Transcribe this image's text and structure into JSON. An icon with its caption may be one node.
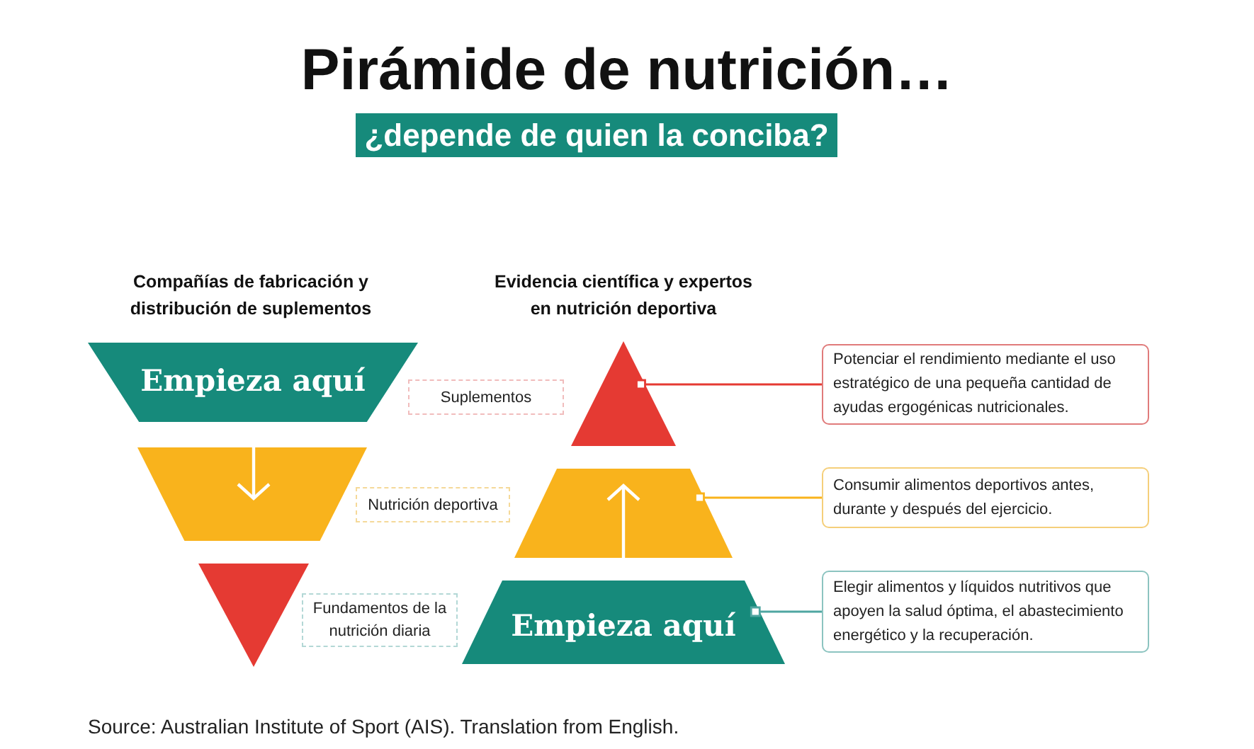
{
  "diagram": {
    "title": "Pirámide de nutrición…",
    "caption": "Source: Australian Institute of Sport (AIS). Translation from English.",
    "nodes": [
      {
        "text": [
          "¿depende de quien la conciba?"
        ]
      },
      {
        "text": [
          "Empieza aquí"
        ]
      },
      {
        "text": [],
        "shape": "trapezoid"
      },
      {
        "text": [],
        "shape": "triangle"
      },
      {
        "text": [
          "Suplementos"
        ]
      },
      {
        "text": [
          "Nutrición deportiva"
        ]
      },
      {
        "text": [
          "Fundamentos de la nutrición diaria"
        ]
      },
      {
        "text": [],
        "shape": "triangle"
      },
      {
        "text": [],
        "shape": "trapezoid"
      },
      {
        "text": [
          "Empieza aquí"
        ]
      },
      {
        "text": [
          "Potenciar el rendimiento mediante el uso estratégico de una pequeña cantidad de ayudas ergogénicas nutricionales."
        ]
      },
      {
        "text": [
          "Consumir alimentos deportivos antes, durante y después del ejercicio."
        ]
      },
      {
        "text": [
          "Elegir alimentos y líquidos nutritivos que apoyen la salud óptima, el abastecimiento energético y la recuperación."
        ]
      }
    ],
    "edges": [
      {
        "from": 1,
        "to": 2,
        "arrow": "to",
        "color": "#ffffff"
      },
      {
        "from": 9,
        "to": 8,
        "arrow": "to",
        "color": "#ffffff"
      },
      {
        "from": 7,
        "to": 10,
        "arrow": "other",
        "color": "#e53a33"
      },
      {
        "from": 8,
        "to": 11,
        "arrow": "other",
        "color": "#f9b31c"
      },
      {
        "from": 9,
        "to": 12,
        "arrow": "other",
        "color": "#4fa6a1"
      }
    ],
    "labels": [
      "Compañías de fabricación y distribución de suplementos",
      "Evidencia científica y expertos en nutrición deportiva"
    ]
  }
}
